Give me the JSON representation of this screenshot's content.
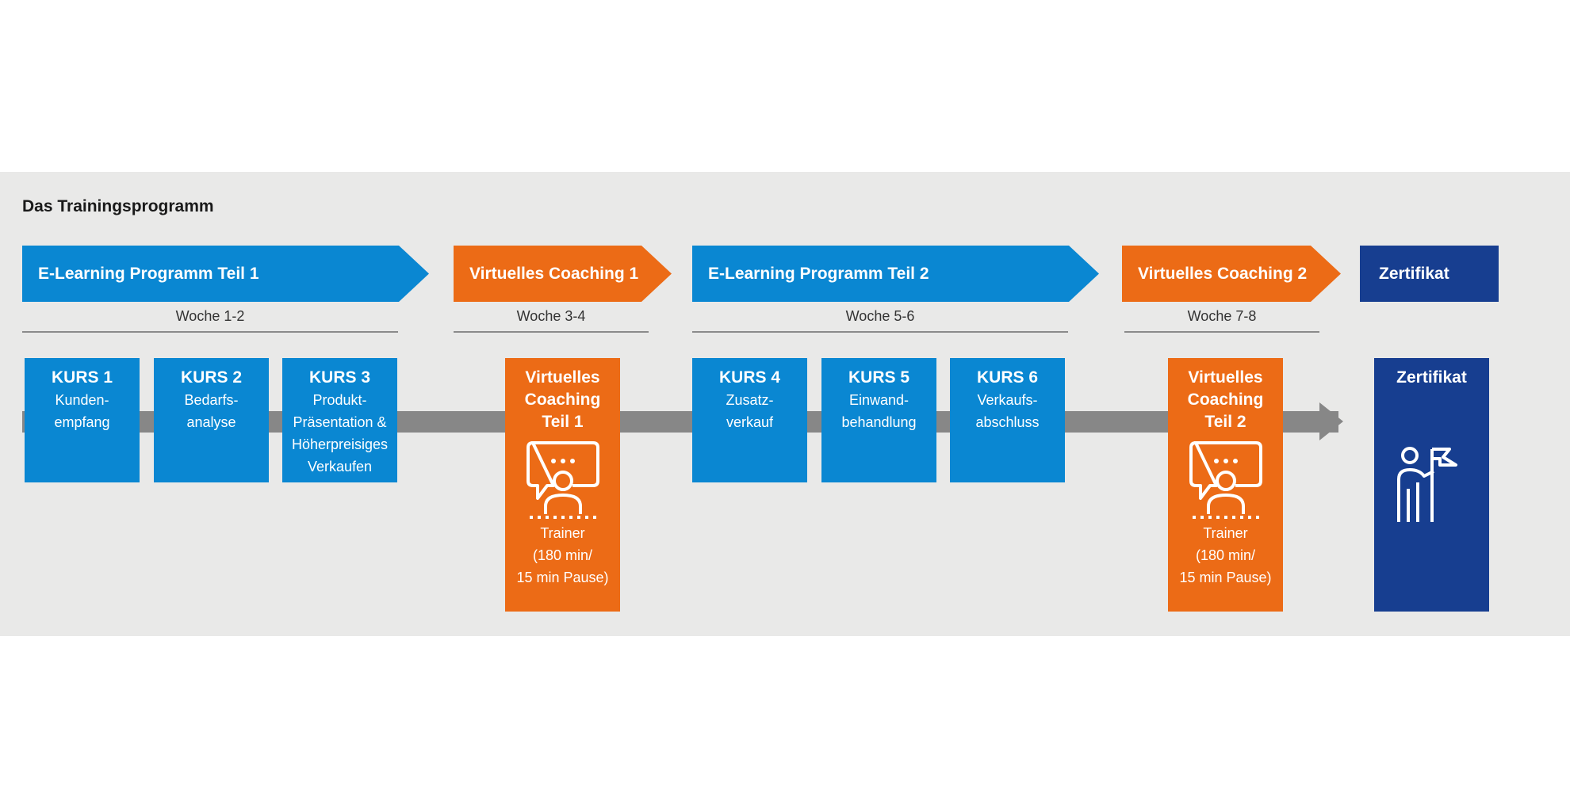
{
  "title": "Das Trainingsprogramm",
  "phases": [
    {
      "label": "E-Learning Programm Teil 1",
      "week": "Woche 1-2"
    },
    {
      "label": "Virtuelles Coaching 1",
      "week": "Woche 3-4"
    },
    {
      "label": "E-Learning Programm Teil 2",
      "week": "Woche 5-6"
    },
    {
      "label": "Virtuelles Coaching 2",
      "week": "Woche 7-8"
    },
    {
      "label": "Zertifikat"
    }
  ],
  "courses": [
    {
      "heading": "KURS 1",
      "text": "Kunden-\nempfang"
    },
    {
      "heading": "KURS 2",
      "text": "Bedarfs-\nanalyse"
    },
    {
      "heading": "KURS 3",
      "text": "Produkt-\nPräsentation &\nHöherpreisiges\nVerkaufen"
    },
    {
      "heading": "KURS 4",
      "text": "Zusatz-\nverkauf"
    },
    {
      "heading": "KURS 5",
      "text": "Einwand-\nbehandlung"
    },
    {
      "heading": "KURS 6",
      "text": "Verkaufs-\nabschluss"
    }
  ],
  "coachings": [
    {
      "heading": "Virtuelles\nCoaching\nTeil 1",
      "text": "Trainer\n(180 min/\n15 min Pause)",
      "icon": "trainer-chat-icon"
    },
    {
      "heading": "Virtuelles\nCoaching\nTeil 2",
      "text": "Trainer\n(180 min/\n15 min Pause)",
      "icon": "trainer-chat-icon"
    }
  ],
  "certificate": {
    "heading": "Zertifikat",
    "icon": "person-flag-icon"
  },
  "colors": {
    "blue": "#0a87d2",
    "orange": "#ec6b16",
    "navy": "#173e90",
    "timeline": "#878787",
    "panel": "#e9e9e8"
  }
}
